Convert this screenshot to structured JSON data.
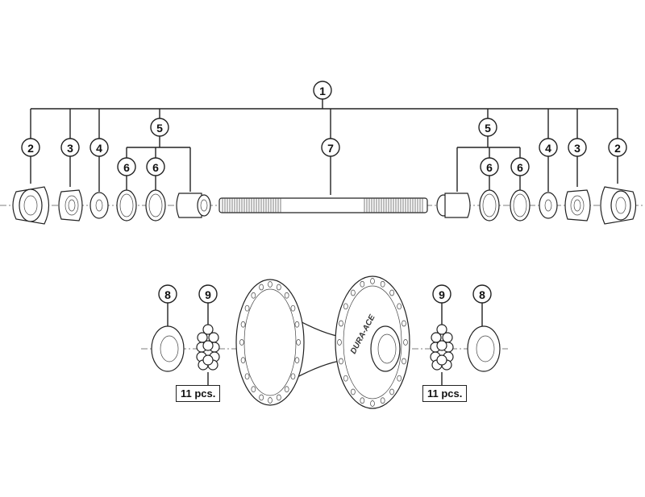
{
  "callouts": {
    "axle_assembly": "1",
    "lock_nut": "2",
    "cone_locknut": "3",
    "washer": "4",
    "cone_assembly": "5",
    "spacer": "6",
    "axle": "7",
    "dust_cap": "8",
    "ball_retainer": "9"
  },
  "quantity_label_left": "11 pcs.",
  "quantity_label_right": "11 pcs.",
  "hub_logo": "DURA-ACE"
}
